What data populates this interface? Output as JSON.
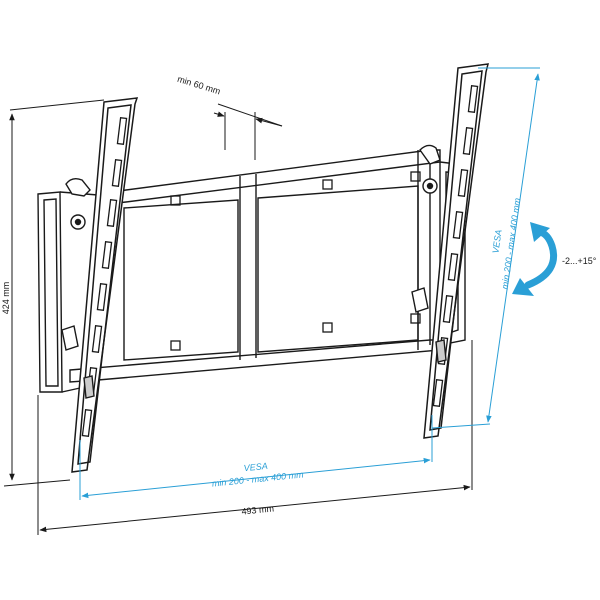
{
  "dimensions": {
    "height_label": "424 mm",
    "width_label": "493 mm",
    "depth_label": "min 60 mm"
  },
  "vesa": {
    "horizontal_title": "VESA",
    "horizontal_range": "min 200 - max 400 mm",
    "vertical_title": "VESA",
    "vertical_range": "min 200 - max 400 mm"
  },
  "tilt": {
    "label": "-2...+15°"
  },
  "colors": {
    "line": "#1a1a1a",
    "accent": "#2a9fd6"
  }
}
